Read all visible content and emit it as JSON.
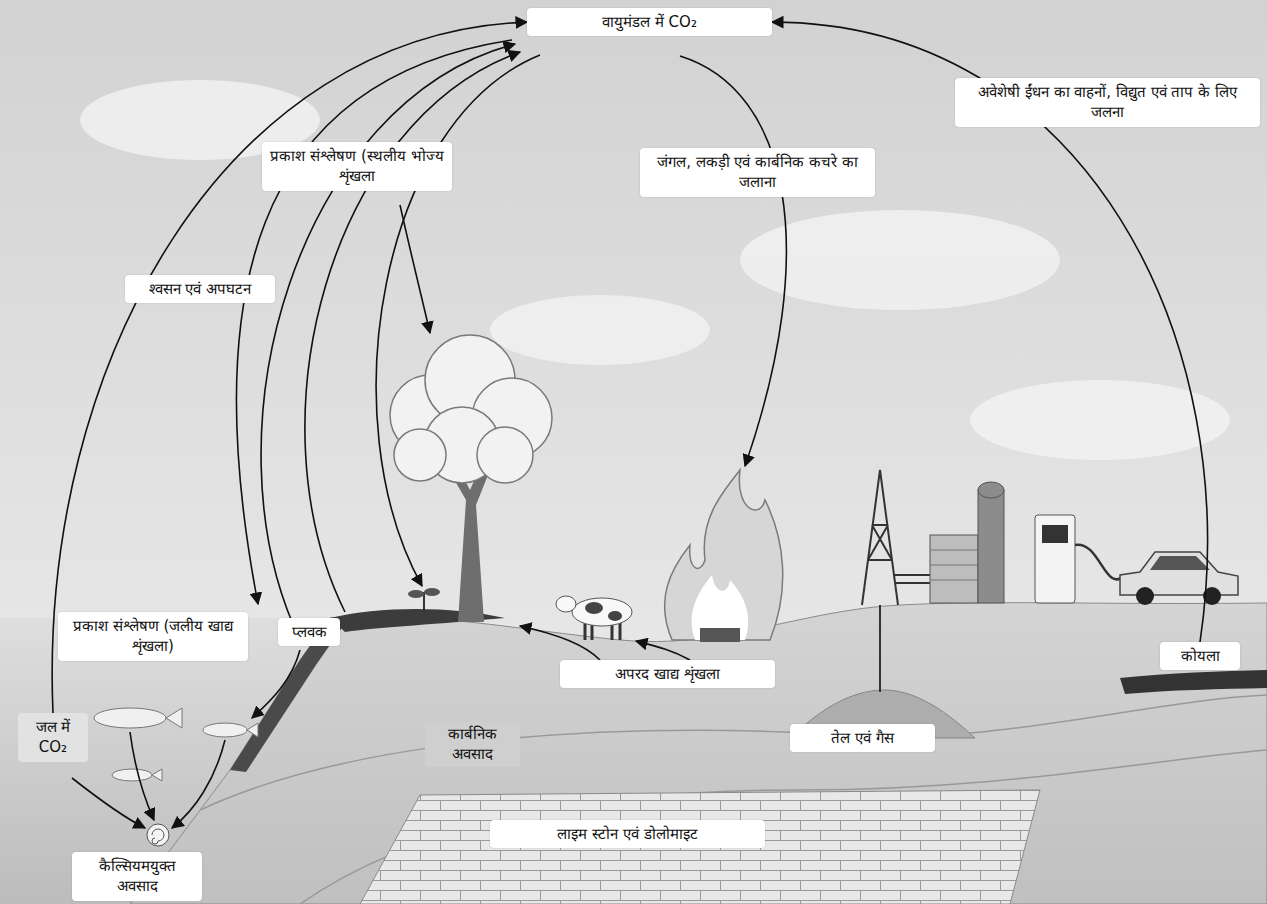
{
  "diagram": {
    "nodes": [
      {
        "text": [
          "वायुमंडल में CO₂"
        ]
      },
      {
        "text": [
          "प्रकाश संश्लेषण (स्थलीय भोज्य शृंखला"
        ]
      },
      {
        "text": [
          "जंगल, लकड़ी एवं कार्बनिक कचरे का जलाना"
        ]
      },
      {
        "text": [
          "अवेशेषी ईंधन का वाहनों, विद्युत एवं ताप के लिए जलना"
        ]
      },
      {
        "text": [
          "श्वसन एवं अपघटन"
        ]
      },
      {
        "text": [
          "प्रकाश संश्लेषण (जलीय खाद्य शृंखला)"
        ]
      },
      {
        "text": [
          "प्लवक"
        ]
      },
      {
        "text": [
          "जल में CO₂"
        ]
      },
      {
        "text": [
          "अपरद खाद्य शृंखला"
        ]
      },
      {
        "text": [
          "तेल एवं गैस"
        ]
      },
      {
        "text": [
          "कोयला"
        ]
      },
      {
        "text": [
          "लाइम स्टोन एवं डोलोमाइट"
        ]
      },
      {
        "text": [
          "कैल्सियमयुक्त अवसाद"
        ]
      }
    ],
    "edges": [
      {
        "from": 10,
        "to": 0,
        "arrow": "to"
      },
      {
        "from": 7,
        "to": 0,
        "arrow": "to"
      }
    ],
    "labels": [
      "कार्बनिक अवसाद"
    ]
  }
}
